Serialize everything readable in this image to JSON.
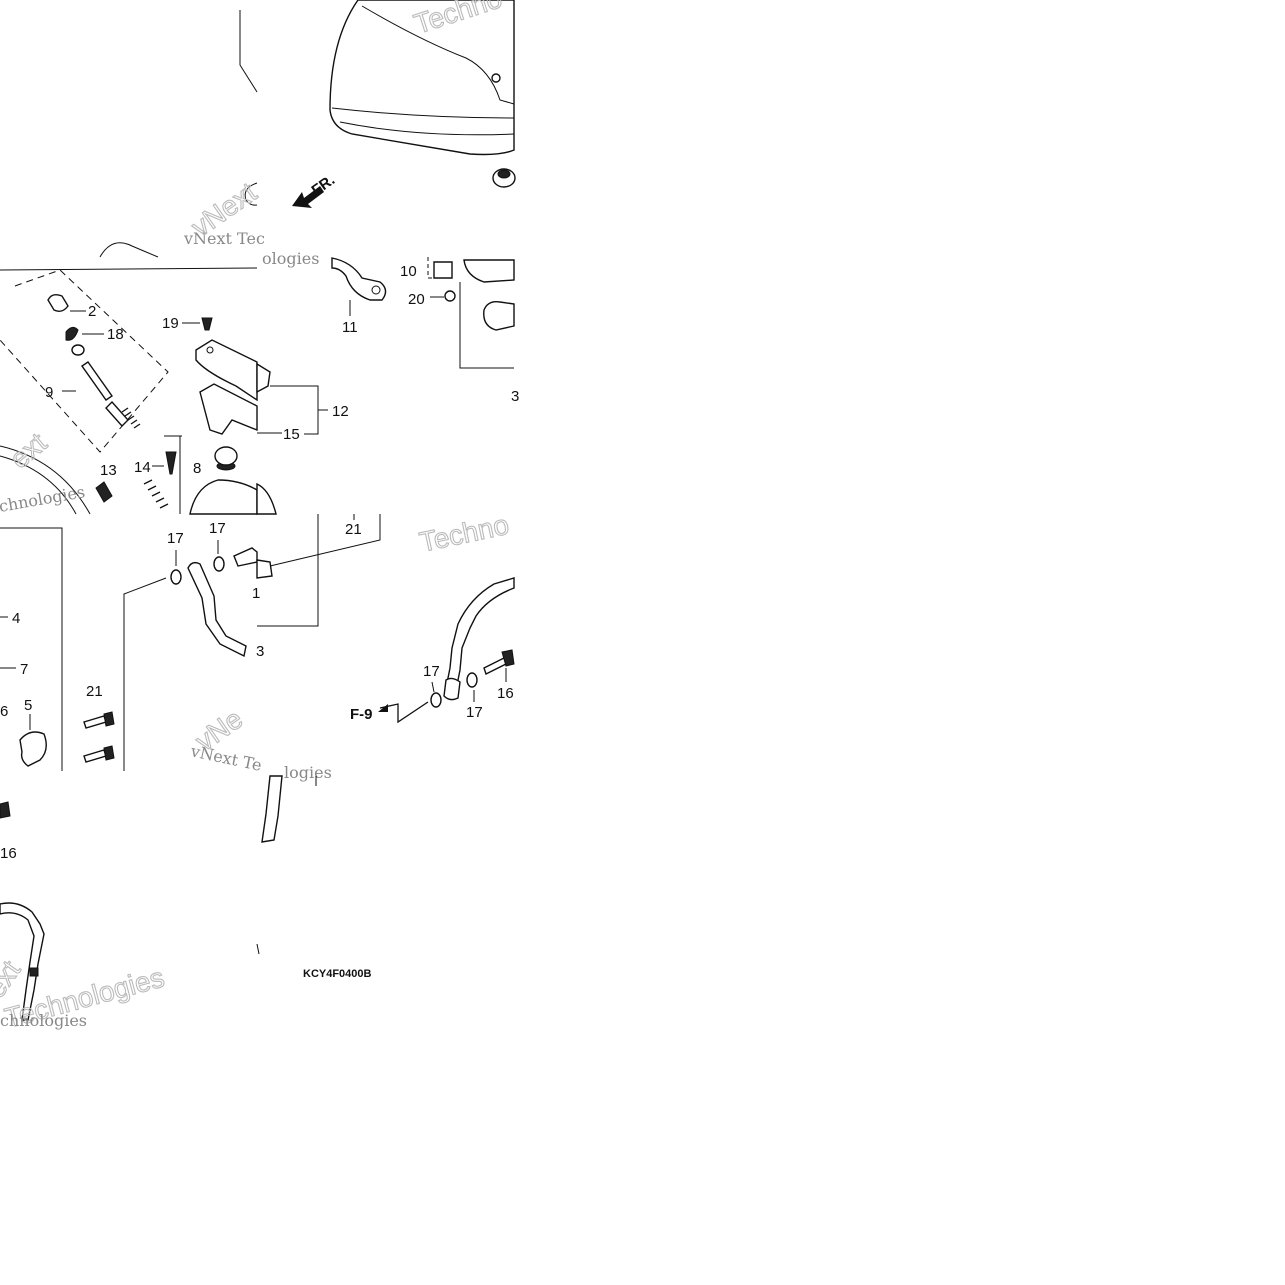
{
  "diagram": {
    "drawing_code": "KCY4F0400B",
    "direction_arrow_label": "FR.",
    "reference_label": "F-9",
    "callouts": {
      "c2": "2",
      "c18": "18",
      "c9": "9",
      "c19": "19",
      "c12": "12",
      "c15": "15",
      "c13": "13",
      "c14": "14",
      "c8": "8",
      "c11": "11",
      "c10": "10",
      "c20": "20",
      "c21a": "21",
      "c17a": "17",
      "c17b": "17",
      "c4": "4",
      "c7": "7",
      "c6": "6",
      "c5": "5",
      "c21b": "21",
      "c16a": "16",
      "c17c": "17",
      "c17d": "17",
      "c16b": "16",
      "c1a": "1",
      "c3a": "3",
      "c3b": "3"
    },
    "watermarks": {
      "w1": "Techno",
      "w2": "vNext Tec",
      "w3": "vNext",
      "w4": "ologies",
      "w5": "Techno",
      "w6": "vNext",
      "w7": "chnologies",
      "w8": "vNe",
      "w9": "vNext Te",
      "w10": "logies",
      "w11": "ext",
      "w12": "Technologies",
      "w13": "chnologies"
    }
  }
}
